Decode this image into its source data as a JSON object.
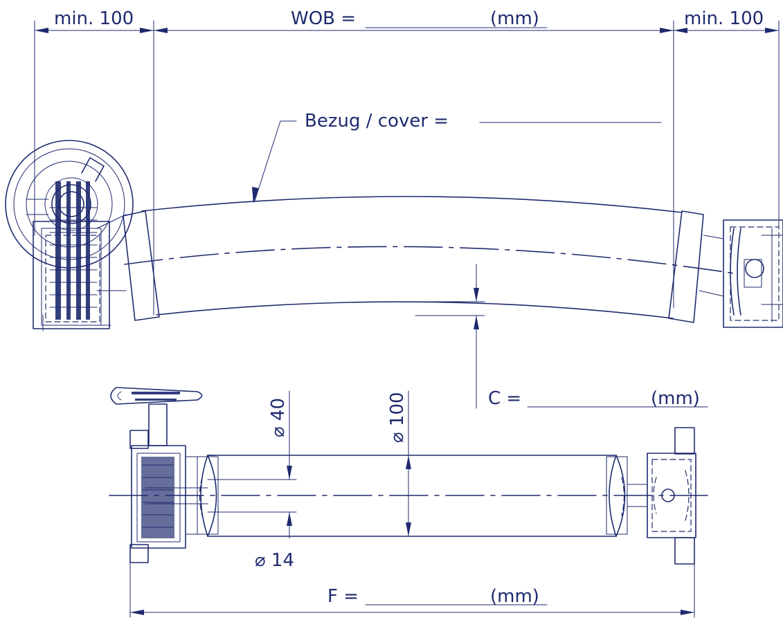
{
  "dimensions": {
    "left_min": "min. 100",
    "right_min": "min. 100",
    "wob_label": "WOB =",
    "wob_unit": "(mm)",
    "cover_label": "Bezug / cover =",
    "c_label": "C =",
    "c_unit": "(mm)",
    "d_shaft": "⌀ 40",
    "d_roller": "⌀ 100",
    "d_bore": "⌀  14",
    "f_label": "F =",
    "f_unit": "(mm)"
  },
  "colors": {
    "line": "#1e2a6e",
    "background": "#ffffff"
  }
}
